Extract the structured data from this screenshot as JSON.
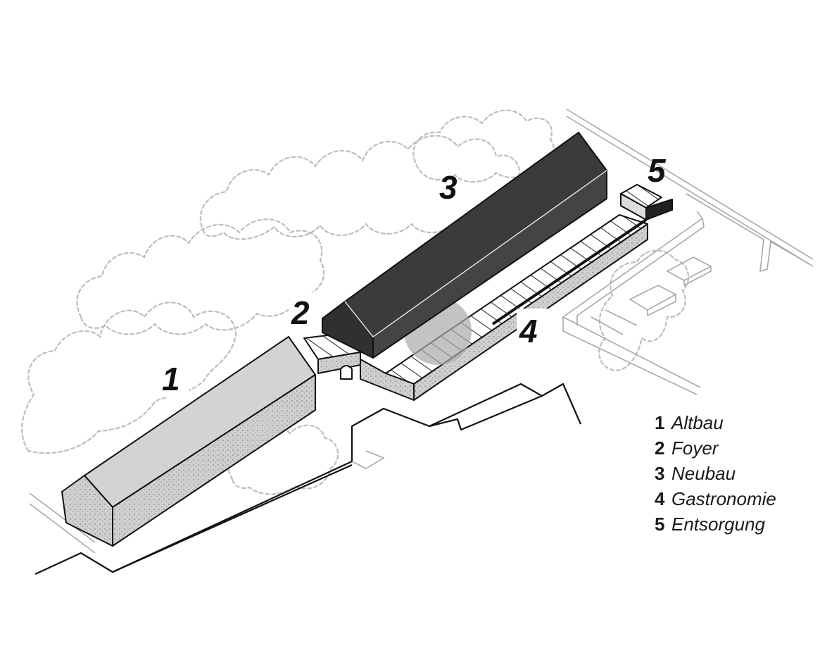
{
  "callouts": [
    "1",
    "2",
    "3",
    "4",
    "5"
  ],
  "legend": [
    {
      "num": "1",
      "label": "Altbau"
    },
    {
      "num": "2",
      "label": "Foyer"
    },
    {
      "num": "3",
      "label": "Neubau"
    },
    {
      "num": "4",
      "label": "Gastronomie"
    },
    {
      "num": "5",
      "label": "Entsorgung"
    }
  ],
  "colors": {
    "neubau_roof": "#3b3b3b",
    "altbau_roof": "#d3d3d3",
    "masonry": "#c7c7c7",
    "tree_outline": "#bdbdbd",
    "ink": "#111111"
  }
}
